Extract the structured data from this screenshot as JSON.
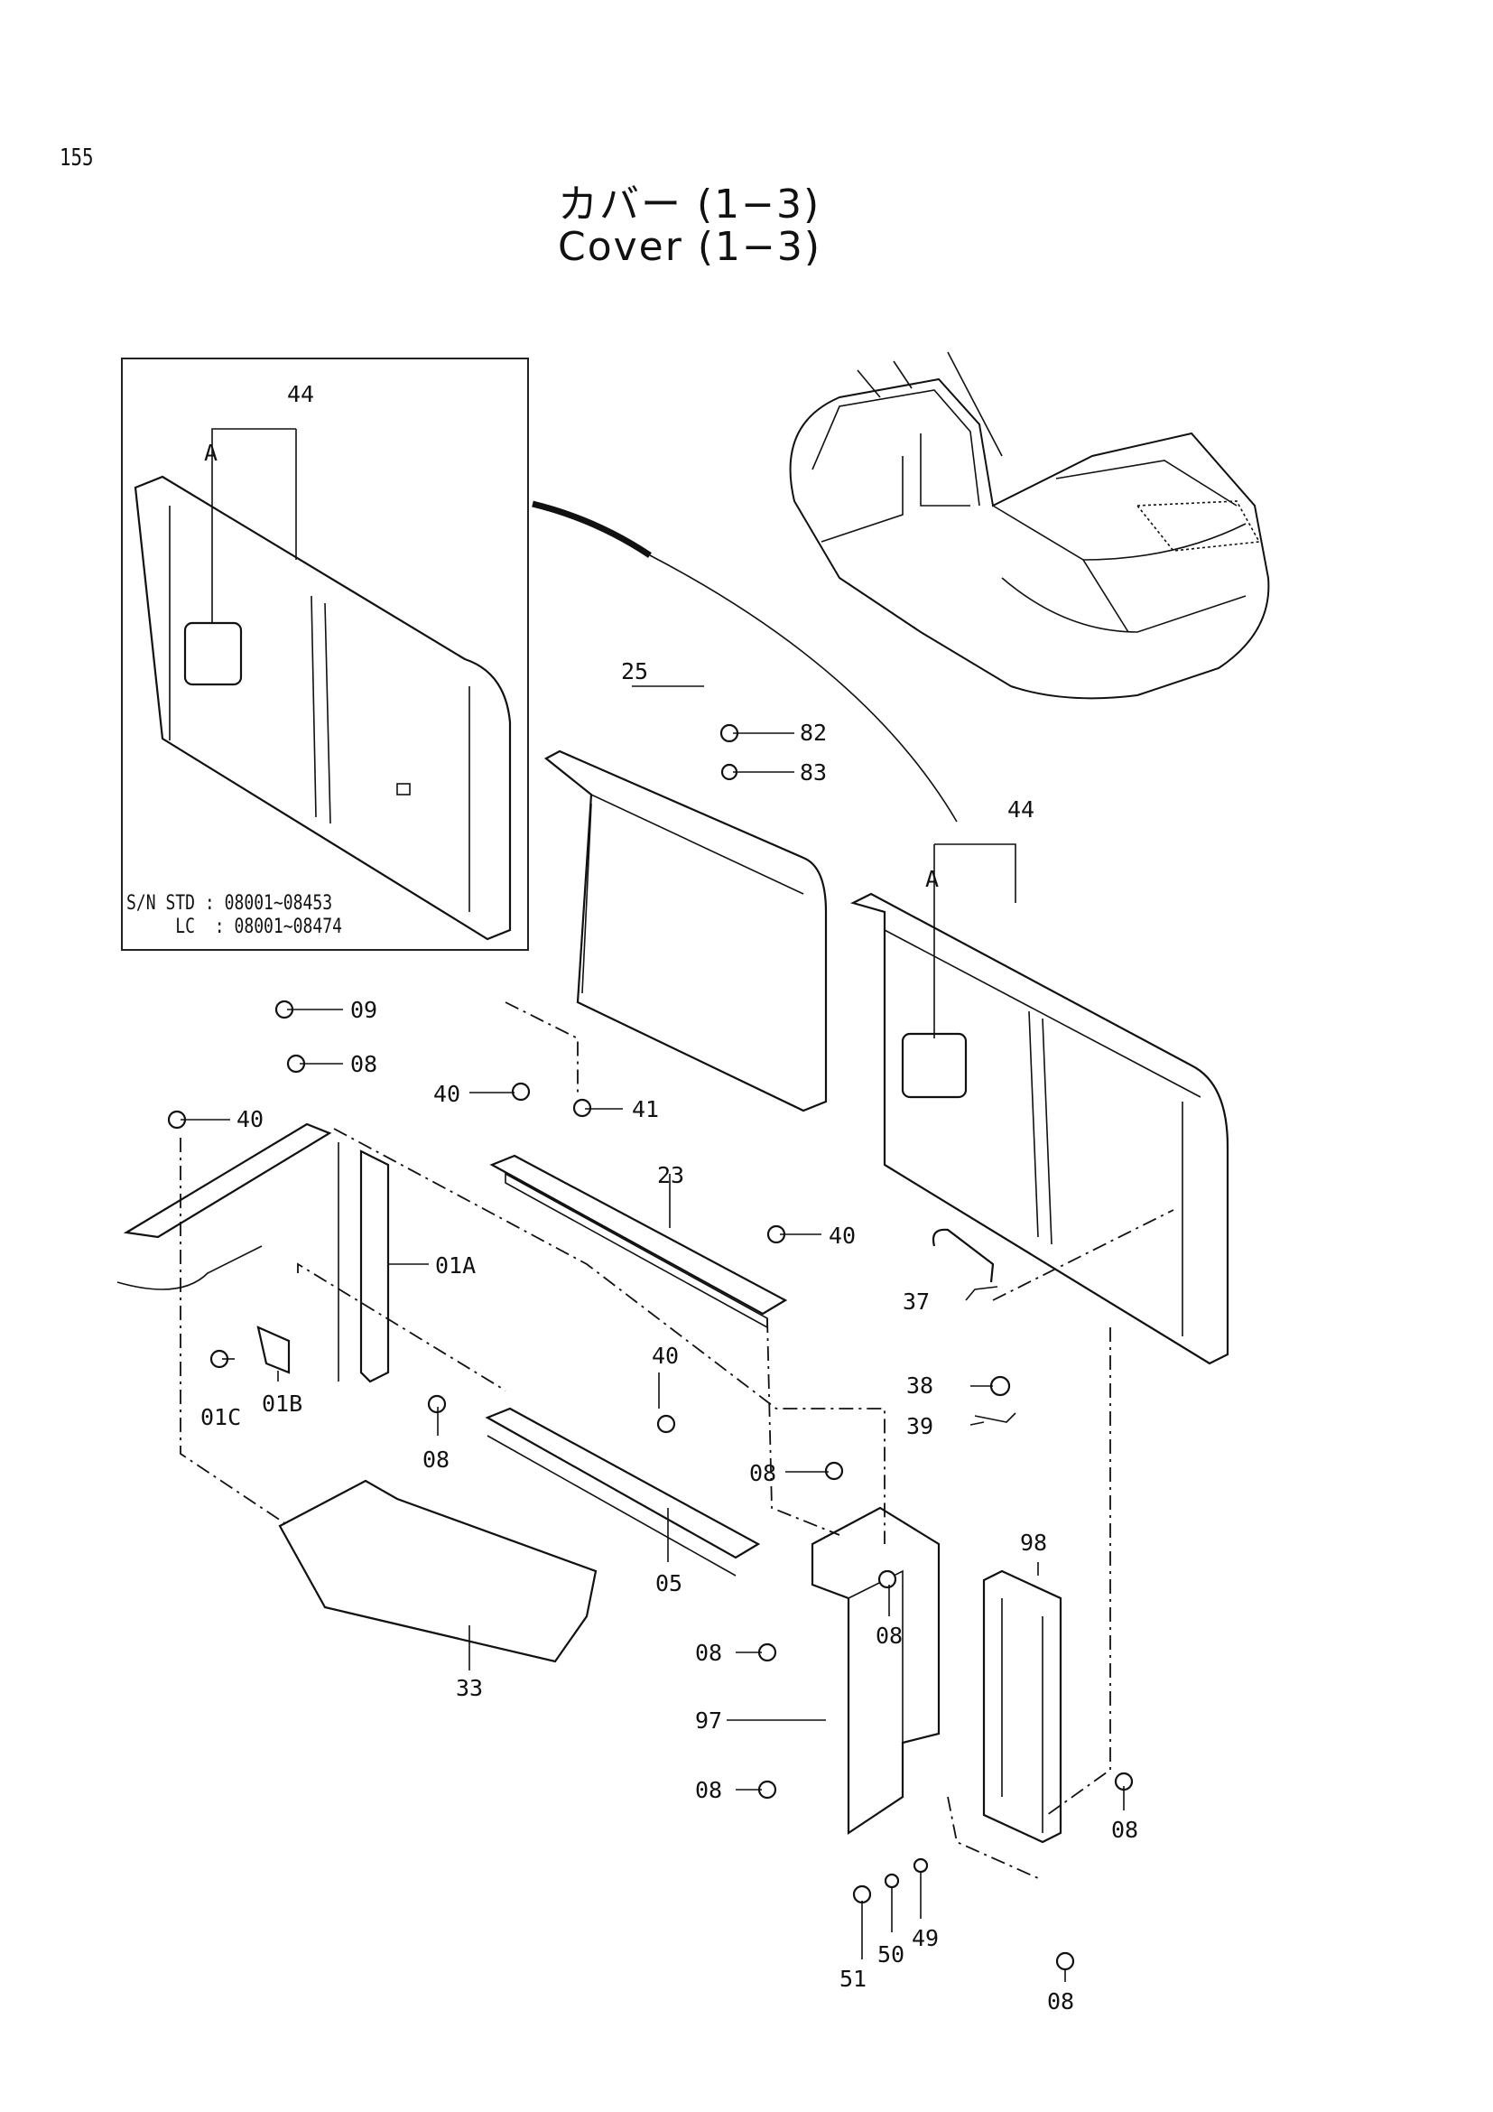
{
  "page": {
    "number": "155",
    "title_jp": "カバー (1−3)",
    "title_en": "Cover (1−3)"
  },
  "inset": {
    "serial_note": "S/N STD : 08001∼08453\n     LC  : 08001∼08474"
  },
  "callouts": {
    "c44a": "44",
    "cA1": "A",
    "c44b": "44",
    "cA2": "A",
    "c25": "25",
    "c82": "82",
    "c83": "83",
    "c09": "09",
    "c08a": "08",
    "c40a": "40",
    "c40b": "40",
    "c41": "41",
    "c23": "23",
    "c40c": "40",
    "c01A": "01A",
    "c37": "37",
    "c01C": "01C",
    "c01B": "01B",
    "c40d": "40",
    "c08b": "08",
    "c38": "38",
    "c39": "39",
    "c08c": "08",
    "c98": "98",
    "c08d": "08",
    "c05": "05",
    "c33": "33",
    "c08e": "08",
    "c97": "97",
    "c08f": "08",
    "c08g": "08",
    "c51": "51",
    "c50": "50",
    "c49": "49",
    "c08h": "08"
  }
}
